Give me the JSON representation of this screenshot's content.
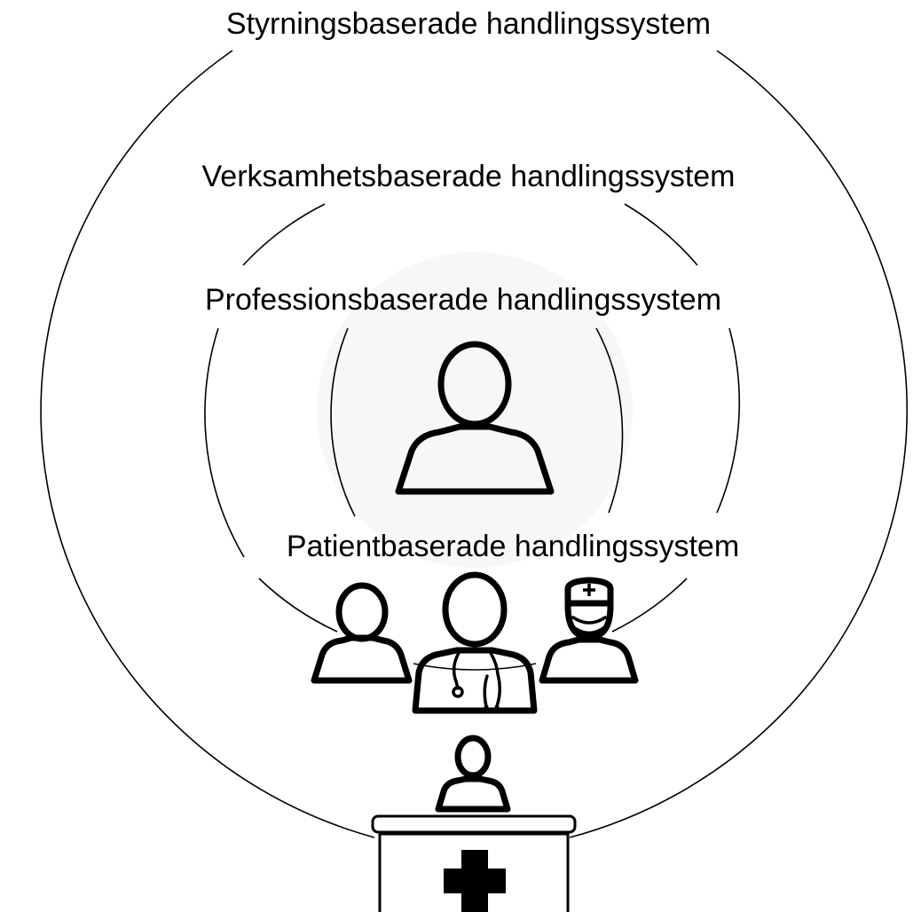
{
  "diagram": {
    "rings": [
      {
        "label": "Styrningsbaserade handlingssystem"
      },
      {
        "label": "Verksamhetsbaserade handlingssystem"
      },
      {
        "label": "Professionsbaserade handlingssystem"
      },
      {
        "label": "Patientbaserade handlingssystem"
      }
    ],
    "icons": {
      "center": "person-icon",
      "team": [
        "person-icon",
        "doctor-with-stethoscope-icon",
        "nurse-with-mask-icon"
      ],
      "reception": [
        "receptionist-icon",
        "reception-desk-icon",
        "medical-cross-icon"
      ]
    },
    "colors": {
      "line": "#000000",
      "background": "#ffffff",
      "inner_fill": "#f7f7f7"
    }
  }
}
